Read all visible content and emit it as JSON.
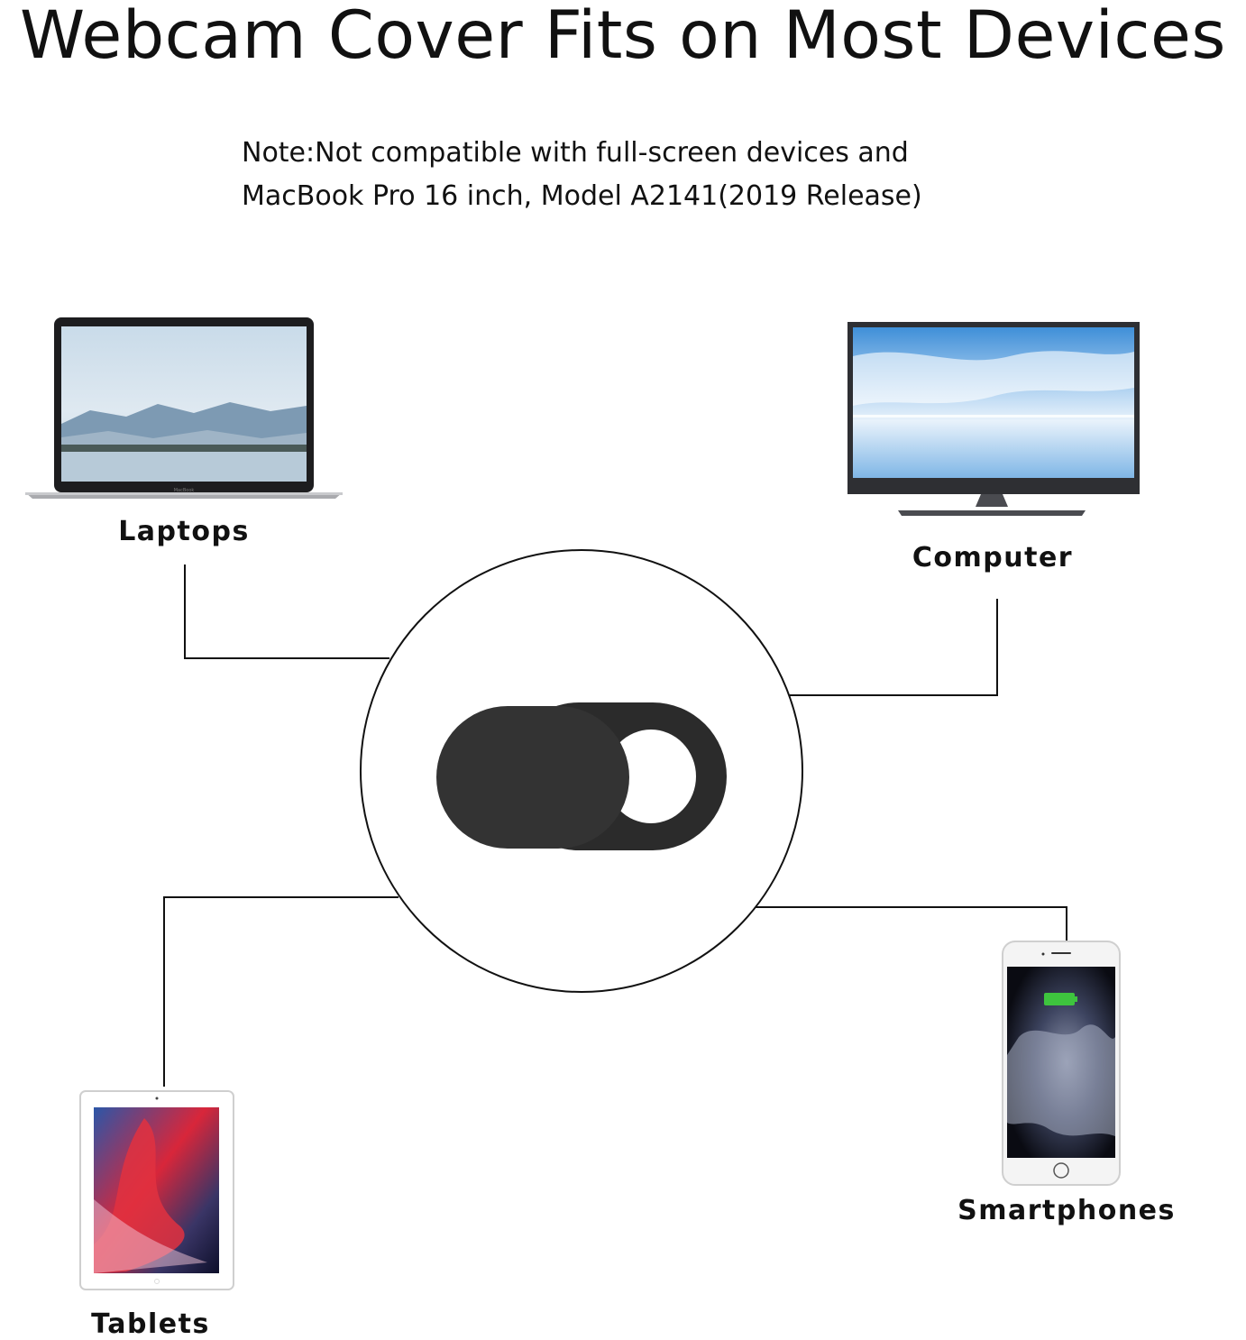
{
  "title": "Webcam Cover Fits on Most Devices",
  "note": {
    "line1": "Note:Not compatible with full-screen devices and",
    "line2": "MacBook Pro 16 inch, Model A2141(2019 Release)"
  },
  "devices": {
    "laptop": {
      "label": "Laptops",
      "icon": "laptop-icon"
    },
    "computer": {
      "label": "Computer",
      "icon": "monitor-icon"
    },
    "tablet": {
      "label": "Tablets",
      "icon": "tablet-icon"
    },
    "smartphone": {
      "label": "Smartphones",
      "icon": "smartphone-icon"
    }
  },
  "laptop_brand": "MacBook",
  "center": {
    "icon": "webcam-cover-slider-icon"
  },
  "colors": {
    "cover": "#2b2b2b",
    "line": "#111111"
  }
}
